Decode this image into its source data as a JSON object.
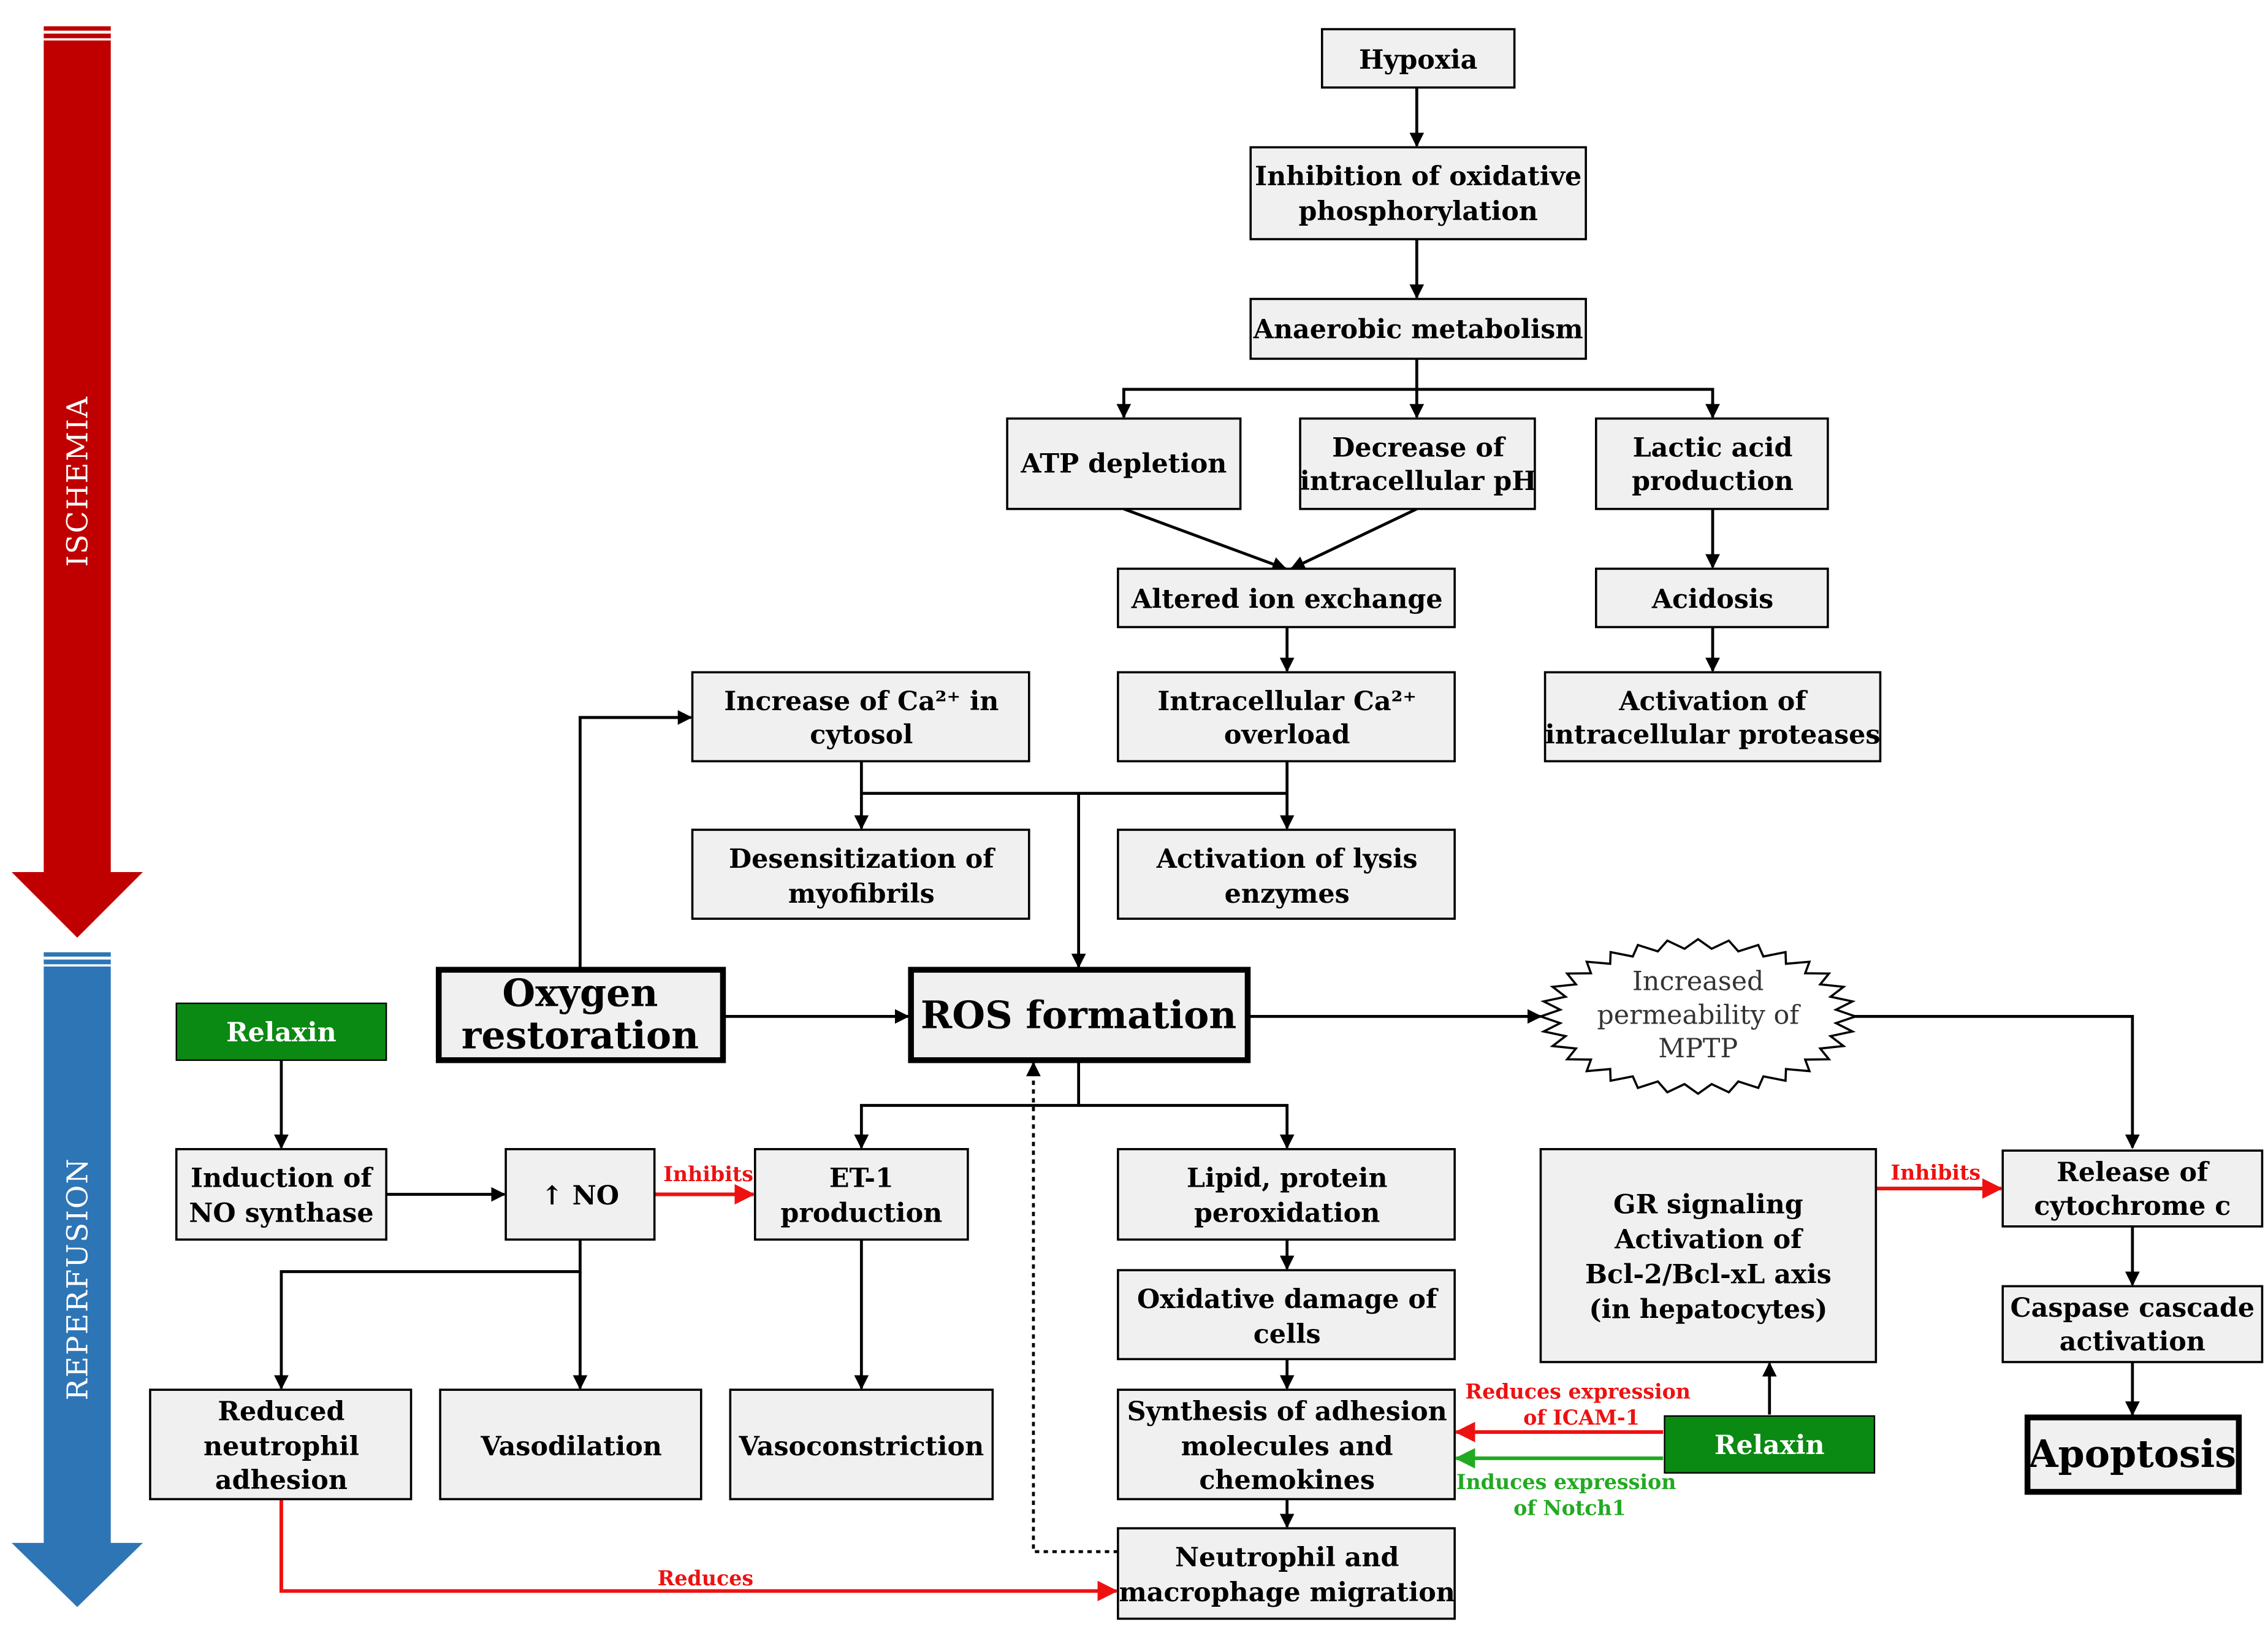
{
  "phases": {
    "ischemia": "ISCHEMIA",
    "reperfusion": "REPERFUSION"
  },
  "nodes": {
    "hypoxia": [
      "Hypoxia"
    ],
    "inhibition": [
      "Inhibition of oxidative",
      "phosphorylation"
    ],
    "anaerobic": [
      "Anaerobic metabolism"
    ],
    "atp": [
      "ATP depletion"
    ],
    "ph": [
      "Decrease of",
      "intracellular pH"
    ],
    "lactic": [
      "Lactic acid",
      "production"
    ],
    "altered": [
      "Altered ion exchange"
    ],
    "acidosis": [
      "Acidosis"
    ],
    "ca_cytosol": [
      "Increase of Ca²⁺ in",
      "cytosol"
    ],
    "ca_overload": [
      "Intracellular Ca²⁺",
      "overload"
    ],
    "proteases": [
      "Activation of",
      "intracellular proteases"
    ],
    "desens": [
      "Desensitization of",
      "myofibrils"
    ],
    "lysis": [
      "Activation of lysis",
      "enzymes"
    ],
    "oxygen": [
      "Oxygen",
      "restoration"
    ],
    "ros": [
      "ROS formation"
    ],
    "mptp": [
      "Increased",
      "permeability of",
      "MPTP"
    ],
    "relaxin1": [
      "Relaxin"
    ],
    "no_synthase": [
      "Induction of",
      "NO synthase"
    ],
    "no": [
      "↑ NO"
    ],
    "et1": [
      "ET-1",
      "production"
    ],
    "lipid": [
      "Lipid, protein",
      "peroxidation"
    ],
    "gr": [
      "GR signaling",
      "Activation of",
      "Bcl-2/Bcl-xL axis",
      "(in hepatocytes)"
    ],
    "cytochrome": [
      "Release of",
      "cytochrome c"
    ],
    "oxidative": [
      "Oxidative damage of",
      "cells"
    ],
    "caspase": [
      "Caspase cascade",
      "activation"
    ],
    "neutrophil": [
      "Reduced",
      "neutrophil",
      "adhesion"
    ],
    "vasodilation": [
      "Vasodilation"
    ],
    "vasoconstriction": [
      "Vasoconstriction"
    ],
    "adhesion": [
      "Synthesis of adhesion",
      "molecules and",
      "chemokines"
    ],
    "relaxin2": [
      "Relaxin"
    ],
    "apoptosis": [
      "Apoptosis"
    ],
    "migration": [
      "Neutrophil and",
      "macrophage migration"
    ]
  },
  "edge_labels": {
    "inhibits_et1": "Inhibits",
    "inhibits_cyto": "Inhibits",
    "icam": [
      "Reduces expression",
      "of ICAM-1"
    ],
    "notch": [
      "Induces expression",
      "of Notch1"
    ],
    "reduces": "Reduces"
  },
  "colors": {
    "ischemia": "#c00000",
    "reperfusion": "#2e75b6",
    "relaxin": "#0a8a12",
    "inhibit": "#ee1111",
    "induce": "#22aa22"
  }
}
